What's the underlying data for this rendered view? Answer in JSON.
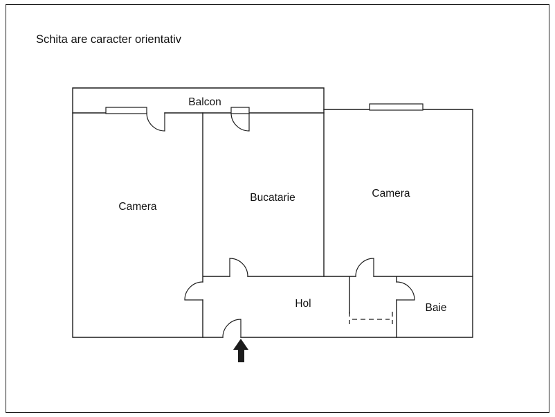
{
  "page": {
    "disclaimer": "Schita are caracter orientativ"
  },
  "floorplan": {
    "labels": {
      "balcony": "Balcon",
      "room_left": "Camera",
      "kitchen": "Bucatarie",
      "room_right": "Camera",
      "hallway": "Hol",
      "bathroom": "Baie"
    },
    "colors": {
      "wall": "#1c1c1c",
      "text": "#111111",
      "background": "#ffffff"
    }
  }
}
